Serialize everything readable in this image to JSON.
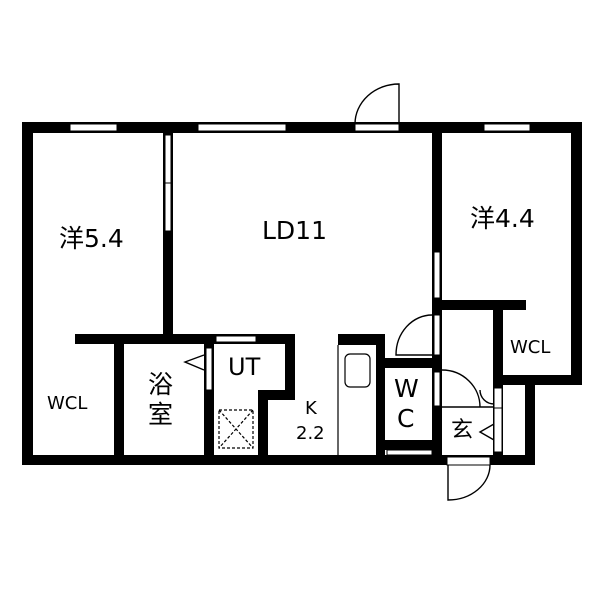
{
  "floorplan": {
    "colors": {
      "wall": "#000000",
      "background": "#ffffff",
      "line": "#000000"
    },
    "rooms": [
      {
        "id": "western-room-1",
        "label": "洋5.4"
      },
      {
        "id": "living-dining",
        "label": "LD11"
      },
      {
        "id": "western-room-2",
        "label": "洋4.4"
      },
      {
        "id": "walk-in-closet-left",
        "label": "WCL"
      },
      {
        "id": "walk-in-closet-right",
        "label": "WCL"
      },
      {
        "id": "bathroom",
        "label_line1": "浴",
        "label_line2": "室"
      },
      {
        "id": "utility",
        "label": "UT"
      },
      {
        "id": "kitchen",
        "label_line1": "K",
        "label_line2": "2.2"
      },
      {
        "id": "toilet",
        "label_line1": "W",
        "label_line2": "C"
      },
      {
        "id": "entrance",
        "label": "玄"
      }
    ]
  }
}
